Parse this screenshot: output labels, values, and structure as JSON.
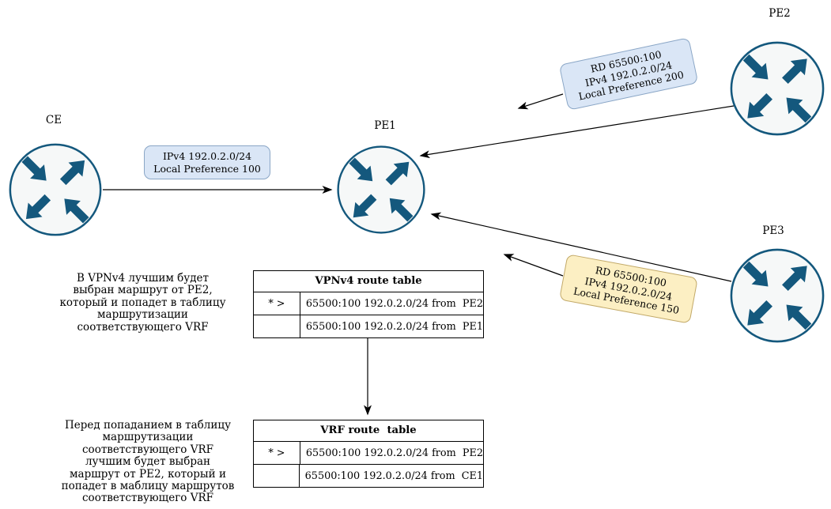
{
  "nodes": {
    "ce": {
      "label": "CE"
    },
    "pe1": {
      "label": "PE1"
    },
    "pe2": {
      "label": "PE2"
    },
    "pe3": {
      "label": "PE3"
    }
  },
  "edge_labels": {
    "ce_pe1": {
      "lines": [
        "IPv4 192.0.2.0/24",
        "Local Preference 100"
      ],
      "fill": "#dae6f6",
      "border": "#8aa6c6"
    },
    "pe2_pe1": {
      "lines": [
        "RD 65500:100",
        "IPv4 192.0.2.0/24",
        "Local Preference 200"
      ],
      "fill": "#dae6f6",
      "border": "#8aa6c6"
    },
    "pe3_pe1": {
      "lines": [
        "RD 65500:100",
        "IPv4 192.0.2.0/24",
        "Local Preference 150"
      ],
      "fill": "#fcefc3",
      "border": "#c2a968"
    }
  },
  "tables": {
    "vpnv4": {
      "title": "VPNv4 route table",
      "rows": [
        {
          "marker": "* >",
          "route": "65500:100 192.0.2.0/24 from  PE2"
        },
        {
          "marker": "",
          "route": "65500:100 192.0.2.0/24 from  PE1"
        }
      ]
    },
    "vrf": {
      "title": "VRF route  table",
      "rows": [
        {
          "marker": "* >",
          "route": "65500:100 192.0.2.0/24 from  PE2"
        },
        {
          "marker": "",
          "route": "65500:100 192.0.2.0/24 from  CE1"
        }
      ]
    }
  },
  "annotations": {
    "vpnv4": {
      "lines": [
        "В VPNv4 лучшим будет",
        "выбран маршрут от PE2,",
        "который и попадет в таблицу",
        "маршрутизации",
        "соответствующего VRF"
      ]
    },
    "vrf": {
      "lines": [
        "Перед попаданием в таблицу",
        "маршрутизации",
        "соответствующего VRF",
        "лучшим будет выбран",
        "маршрут от PE2, который и",
        "попадет в маблицу маршрутов",
        "соответствующего VRF"
      ]
    }
  },
  "colors": {
    "router_accent": "#14587d",
    "router_fill": "#f6f8f8",
    "connector": "#000000",
    "table_border": "#000000",
    "background": "#ffffff"
  }
}
